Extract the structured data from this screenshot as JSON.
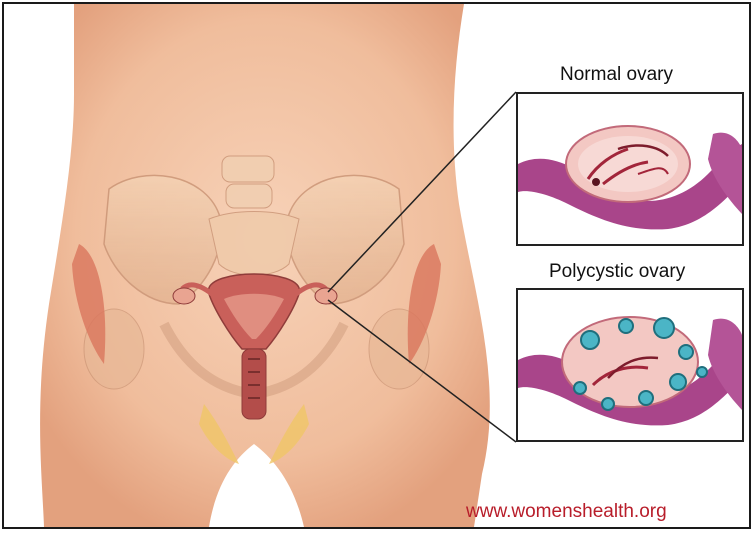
{
  "labels": {
    "normal": "Normal ovary",
    "polycystic": "Polycystic ovary"
  },
  "watermark": "www.womenshealth.org",
  "colors": {
    "skin": "#f2c3a4",
    "uterus": "#c8605a",
    "ovary_tissue": "#a9458a",
    "cyst": "#4bb5c6",
    "watermark_text": "#b81d2a"
  }
}
